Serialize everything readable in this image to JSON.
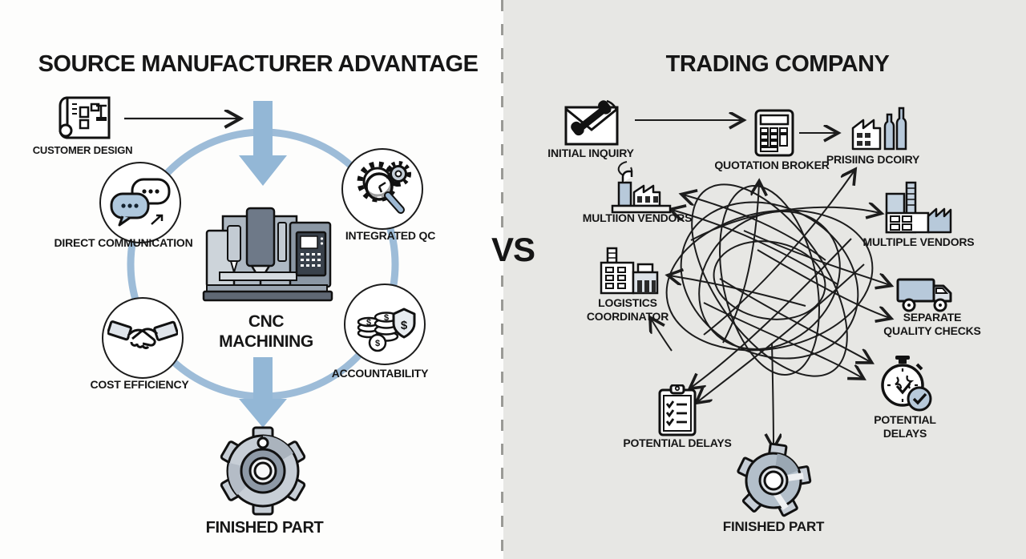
{
  "colors": {
    "left_bg": "#fdfdfc",
    "right_bg": "#e7e7e4",
    "accent_blue": "#93b7d6",
    "icon_blue": "#b7c9da",
    "ink": "#1a1a1a",
    "divider_gray": "#9a9a96"
  },
  "left": {
    "title": "SOURCE MANUFACTURER ADVANTAGE",
    "customer_design": "CUSTOMER DESIGN",
    "direct_communication": "DIRECT COMMUNICATION",
    "integrated_qc": "INTEGRATED QC",
    "cost_efficiency": "COST EFFICIENCY",
    "accountability": "ACCOUNTABILITY",
    "machine_line1": "CNC",
    "machine_line2": "MACHINING",
    "finished_part": "FINISHED PART"
  },
  "divider": {
    "vs": "VS"
  },
  "right": {
    "title": "TRADING COMPANY",
    "initial_inquiry": "INITIAL INQUIRY",
    "quotation_broker": "QUOTATION BROKER",
    "prisiing_dcoiry": "PRISIING DCOIRY",
    "multiion_vendors": "MULTIION VENDORS",
    "multiple_vendors": "MULTIPLE VENDORS",
    "logistics_line1": "LOGISTICS",
    "logistics_line2": "COORDINATOR",
    "separate_line1": "SEPARATE",
    "separate_line2": "QUALITY CHECKS",
    "potential_delays_left": "POTENTIAL DELAYS",
    "potential_right_line1": "POTENTIAL",
    "potential_right_line2": "DELAYS",
    "finished_part": "FINISHED PART"
  },
  "glyphs": {
    "dollar": "$"
  }
}
